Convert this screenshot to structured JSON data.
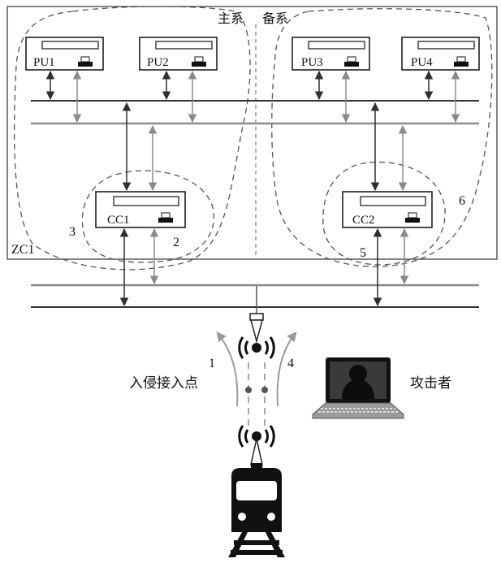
{
  "header": {
    "main_system": "主系",
    "backup_system": "备系"
  },
  "zc_label": "ZC1",
  "units": {
    "pu1": "PU1",
    "pu2": "PU2",
    "pu3": "PU3",
    "pu4": "PU4",
    "cc1": "CC1",
    "cc2": "CC2"
  },
  "numbers": {
    "n1": "1",
    "n2": "2",
    "n3": "3",
    "n4": "4",
    "n5": "5",
    "n6": "6"
  },
  "labels": {
    "intrusion_point": "入侵接入点",
    "attacker": "攻击者"
  },
  "colors": {
    "line_dark": "#333333",
    "line_gray": "#8a8a8a",
    "dash": "#555555"
  },
  "icons": [
    "processing-unit-icon",
    "communication-controller-icon",
    "wireless-antenna-icon",
    "laptop-hacker-icon",
    "train-icon"
  ]
}
